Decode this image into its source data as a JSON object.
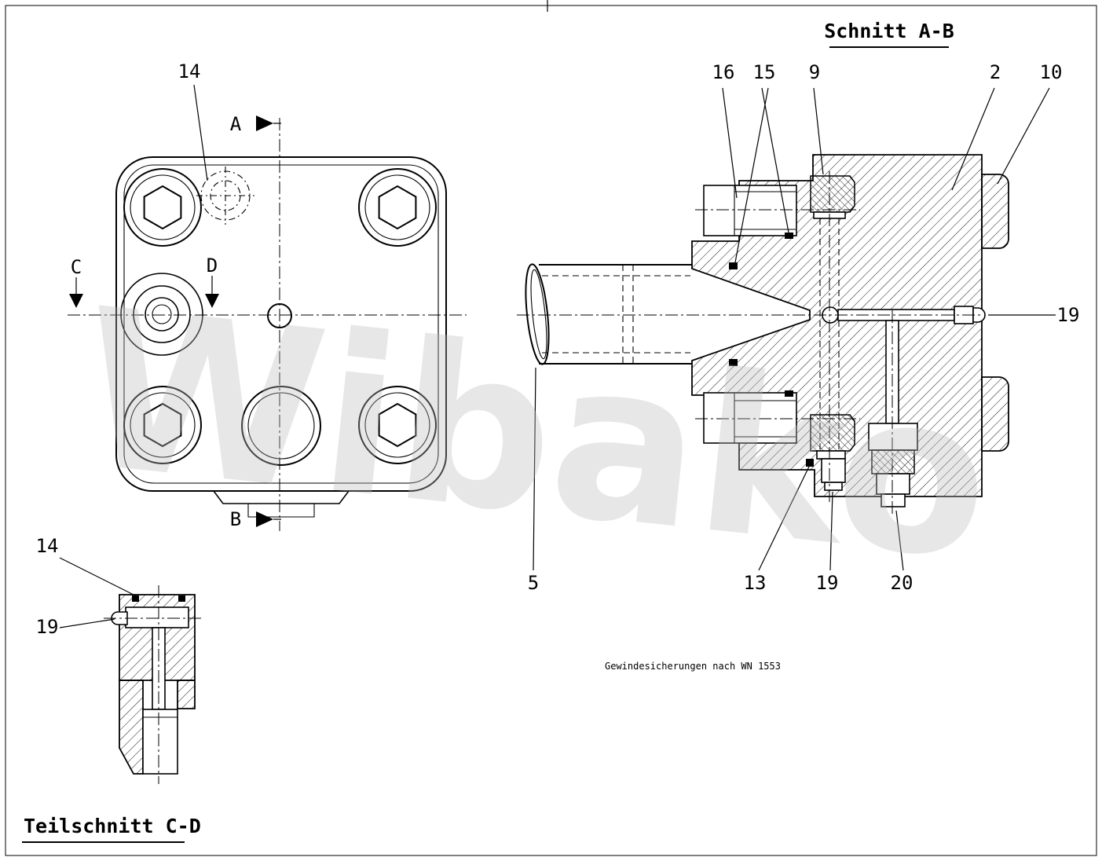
{
  "page": {
    "watermark": "Wibako",
    "note": "Gewindesicherungen nach WN 1553"
  },
  "titles": {
    "schnitt_ab": "Schnitt A-B",
    "teilschnitt_cd": "Teilschnitt C-D"
  },
  "front_view": {
    "marker_a": "A",
    "marker_b": "B",
    "marker_c": "C",
    "marker_d": "D",
    "callout_14": "14"
  },
  "section_ab": {
    "callout_16": "16",
    "callout_15": "15",
    "callout_9": "9",
    "callout_2": "2",
    "callout_10": "10",
    "callout_19_right": "19",
    "callout_5": "5",
    "callout_13": "13",
    "callout_19_bottom": "19",
    "callout_20": "20"
  },
  "partial_cd": {
    "callout_14": "14",
    "callout_19": "19"
  }
}
